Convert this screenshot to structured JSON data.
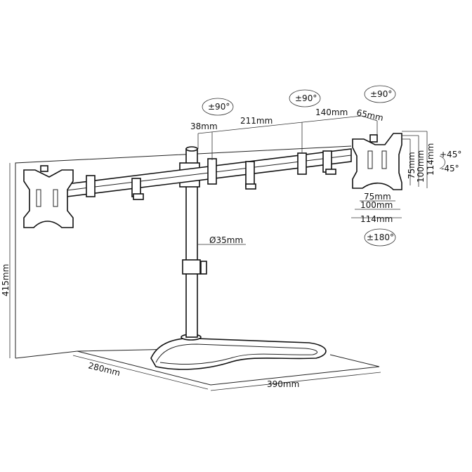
{
  "labels": {
    "rot_left": "±90°",
    "rot_mid": "±90°",
    "rot_right": "±90°",
    "d38": "38mm",
    "d211": "211mm",
    "d140": "140mm",
    "d65": "65mm",
    "tilt_up": "+45°",
    "tilt_down": "-45°",
    "v75": "75mm",
    "v100": "100mm",
    "v114": "114mm",
    "h75": "75mm",
    "h100": "100mm",
    "h114": "114mm",
    "rot180": "±180°",
    "pole_dia": "Ø35mm",
    "height": "415mm",
    "depth": "280mm",
    "width": "390mm"
  }
}
